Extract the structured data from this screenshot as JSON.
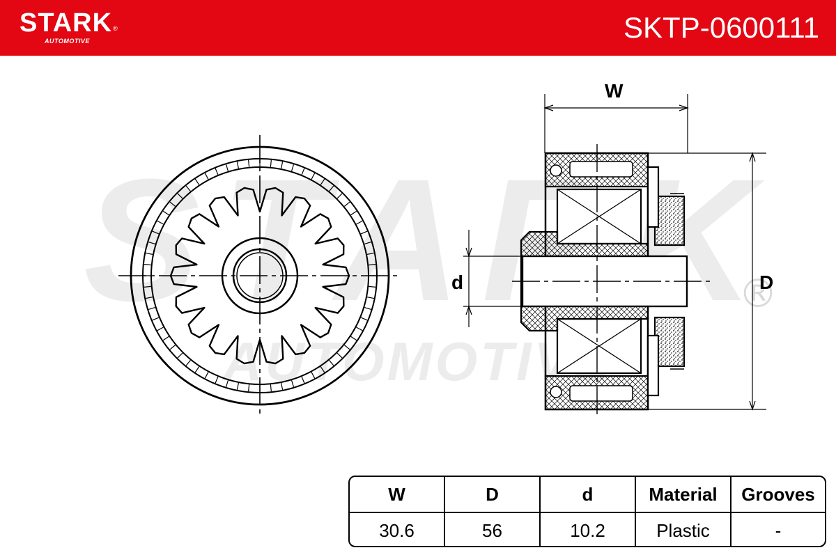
{
  "header": {
    "brand": "STARK",
    "brand_sub": "AUTOMOTIVE",
    "registered_mark": "®",
    "part_number": "SKTP-0600111",
    "background_color": "#e30613"
  },
  "watermark": {
    "brand": "STARK",
    "brand_sub": "AUTOMOTIVE",
    "registered_mark": "®"
  },
  "drawing": {
    "front_view_icon": "gear-front-view",
    "side_view_icon": "gear-side-section-view",
    "dimension_labels": {
      "width": "W",
      "outer_diameter": "D",
      "inner_diameter": "d"
    }
  },
  "spec_table": {
    "headers": [
      "W",
      "D",
      "d",
      "Material",
      "Grooves"
    ],
    "values": [
      "30.6",
      "56",
      "10.2",
      "Plastic",
      "-"
    ]
  }
}
